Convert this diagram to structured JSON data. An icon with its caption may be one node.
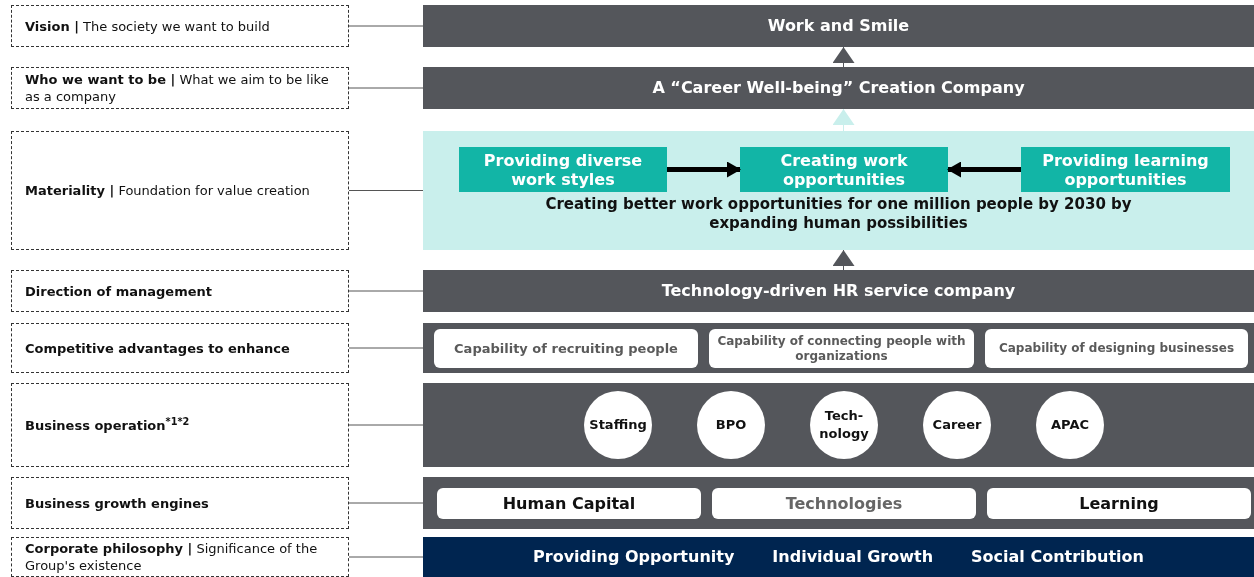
{
  "diagram": {
    "nodes": [
      {
        "text": [
          "**Vision |** The society we want to build"
        ]
      },
      {
        "text": [
          "**Who we want to be |** What we aim to be like as a company"
        ]
      },
      {
        "text": [
          "**Materiality |** Foundation for value creation"
        ]
      },
      {
        "text": [
          "Direction of management"
        ]
      },
      {
        "text": [
          "Competitive advantages to enhance"
        ]
      },
      {
        "text": [
          "Business operation$^{*1*2}$"
        ]
      },
      {
        "text": [
          "Business growth engines"
        ]
      },
      {
        "text": [
          "**Corporate philosophy |** Significance of the Group's existence"
        ]
      },
      {
        "text": [
          "Work and Smile"
        ]
      },
      {
        "text": [
          "A “Career Well-being” Creation Company"
        ]
      },
      {
        "text": [
          "Creating better work opportunities for one million people by 2030 by expanding human possibilities"
        ]
      },
      {
        "text": [
          "Providing diverse work styles"
        ],
        "in": 10
      },
      {
        "text": [
          "Creating work opportunities"
        ],
        "in": 10
      },
      {
        "text": [
          "Providing learning opportunities"
        ],
        "in": 10
      },
      {
        "text": [
          "Technology-driven HR service company"
        ]
      },
      {
        "text": [],
        "shape": "bar"
      },
      {
        "text": [
          "Capability of recruiting people"
        ],
        "in": 15
      },
      {
        "text": [
          "Capability of connecting people with organizations"
        ],
        "in": 15
      },
      {
        "text": [
          "Capability of designing businesses"
        ],
        "in": 15
      },
      {
        "text": [],
        "shape": "bar"
      },
      {
        "text": [
          "Staffing"
        ],
        "in": 19
      },
      {
        "text": [
          "BPO"
        ],
        "in": 19
      },
      {
        "text": [
          "Tech-nology"
        ],
        "in": 19
      },
      {
        "text": [
          "Career"
        ],
        "in": 19
      },
      {
        "text": [
          "APAC"
        ],
        "in": 19
      },
      {
        "text": [],
        "shape": "bar"
      },
      {
        "text": [
          "Human Capital"
        ],
        "in": 25
      },
      {
        "text": [
          "Technologies"
        ],
        "in": 25
      },
      {
        "text": [
          "Learning"
        ],
        "in": 25
      },
      {
        "text": [
          "Providing Opportunity",
          "Individual Growth",
          "Social Contribution"
        ]
      }
    ],
    "edges": [
      {
        "from": 0,
        "to": 8,
        "arrow": "none"
      },
      {
        "from": 1,
        "to": 9,
        "arrow": "none"
      },
      {
        "from": 2,
        "to": 10,
        "arrow": "none"
      },
      {
        "from": 3,
        "to": 14,
        "arrow": "none"
      },
      {
        "from": 4,
        "to": 15,
        "arrow": "none"
      },
      {
        "from": 5,
        "to": 19,
        "arrow": "none"
      },
      {
        "from": 6,
        "to": 25,
        "arrow": "none"
      },
      {
        "from": 7,
        "to": 29,
        "arrow": "none"
      },
      {
        "from": 9,
        "to": 8,
        "arrow": "to"
      },
      {
        "from": 10,
        "to": 9,
        "arrow": "to",
        "color": "#c9efec"
      },
      {
        "from": 14,
        "to": 10,
        "arrow": "to"
      },
      {
        "from": 11,
        "to": 12,
        "arrow": "to",
        "style": "thick",
        "color": "#000000"
      },
      {
        "from": 13,
        "to": 12,
        "arrow": "to",
        "style": "thick",
        "color": "#000000"
      }
    ]
  }
}
